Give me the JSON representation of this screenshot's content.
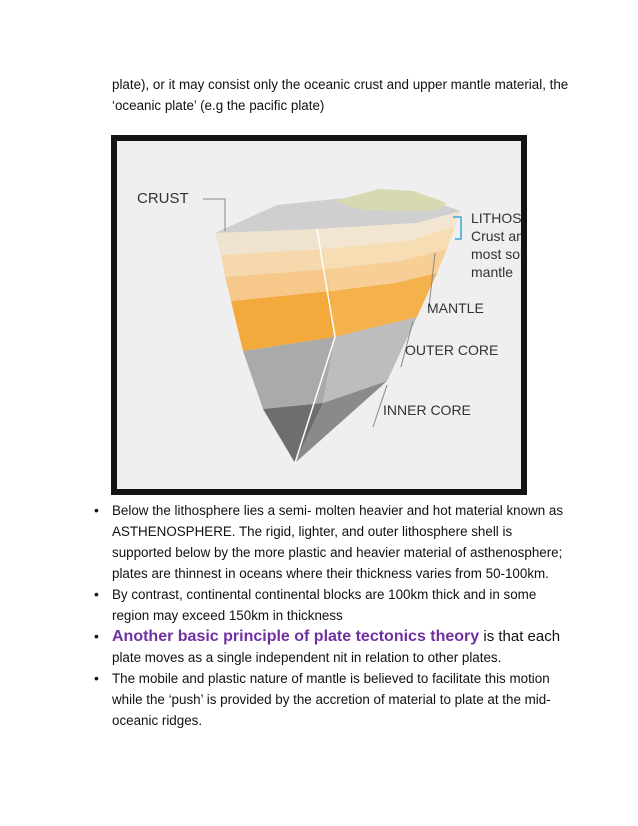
{
  "intro": {
    "text": "plate), or it may consist only the oceanic crust and upper mantle material, the ‘oceanic plate’ (e.g the pacific plate)"
  },
  "figure": {
    "labels": {
      "crust": "CRUST",
      "lithosphere": "LITHOSPHERE",
      "lithosphere_desc_1": "Crust and upper",
      "lithosphere_desc_2": "most solid",
      "lithosphere_desc_3": "mantle",
      "mantle": "MANTLE",
      "outer_core": "OUTER CORE",
      "inner_core": "INNER CORE"
    },
    "colors": {
      "crust": "#c9c9c9",
      "vegetation": "#d8d9b0",
      "lithosphere": "#f4ddb6",
      "mantle_light": "#f6cf8f",
      "mantle": "#f4a93c",
      "outer_core": "#aaaaaa",
      "inner_core": "#747474",
      "bracket": "#3aa7d9"
    }
  },
  "bullets": [
    {
      "text": "Below the lithosphere lies a semi- molten heavier and hot material known as ASTHENOSPHERE. The rigid, lighter, and outer lithosphere shell is supported below by the more plastic and heavier material of asthenosphere; plates are thinnest in oceans where their thickness varies from 50-100km."
    },
    {
      "text": "By contrast, continental  continental blocks are 100km thick and in some region may exceed 150km in thickness"
    },
    {
      "highlight": "Another basic principle of plate tectonics theory",
      "mid": " is that each ",
      "rest": "plate moves as a single independent nit in relation to other plates."
    },
    {
      "text": "The mobile and plastic nature of mantle is believed to facilitate this motion while the ‘push’ is provided by the accretion of material to plate at the mid-oceanic ridges."
    }
  ]
}
